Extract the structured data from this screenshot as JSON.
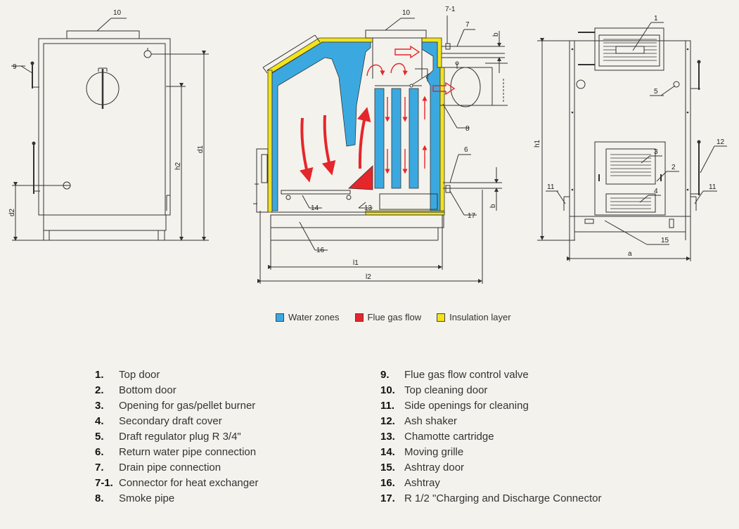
{
  "colors": {
    "water": "#3ba9e0",
    "flue": "#e5262b",
    "insulation": "#f2e31c",
    "line": "#333333",
    "background": "#f4f2ec"
  },
  "diagram": {
    "front_view": {
      "callouts": {
        "c10": "10",
        "c9": "9"
      },
      "dimensions": {
        "d1": "d1",
        "h2": "h2",
        "d2": "d2"
      }
    },
    "section_view": {
      "callouts": {
        "c10": "10",
        "c7_1": "7-1",
        "c7": "7",
        "c8": "8",
        "c6": "6",
        "c17": "17",
        "c13": "13",
        "c14": "14",
        "c16": "16"
      },
      "dimensions": {
        "b_top": "b",
        "b_bottom": "b",
        "l1": "l1",
        "l2": "l2"
      }
    },
    "rear_view": {
      "callouts": {
        "c1": "1",
        "c5": "5",
        "c3": "3",
        "c2": "2",
        "c4": "4",
        "c12": "12",
        "c11_left": "11",
        "c11_right": "11",
        "c15": "15"
      },
      "dimensions": {
        "h1": "h1",
        "a": "a"
      }
    }
  },
  "legend": {
    "water": "Water zones",
    "flue": "Flue gas flow",
    "insulation": "Insulation layer"
  },
  "parts_left": [
    {
      "num": "1.",
      "label": "Top door"
    },
    {
      "num": "2.",
      "label": "Bottom door"
    },
    {
      "num": "3.",
      "label": "Opening for gas/pellet burner"
    },
    {
      "num": "4.",
      "label": "Secondary draft cover"
    },
    {
      "num": "5.",
      "label": "Draft regulator plug R 3/4\""
    },
    {
      "num": "6.",
      "label": "Return water pipe connection"
    },
    {
      "num": "7.",
      "label": "Drain pipe connection"
    },
    {
      "num": "7-1.",
      "label": "Connector for heat exchanger"
    },
    {
      "num": "8.",
      "label": "Smoke pipe"
    }
  ],
  "parts_right": [
    {
      "num": "9.",
      "label": "Flue gas flow control valve"
    },
    {
      "num": "10.",
      "label": "Top cleaning door"
    },
    {
      "num": "11.",
      "label": "Side openings for cleaning"
    },
    {
      "num": "12.",
      "label": "Ash shaker"
    },
    {
      "num": "13.",
      "label": "Chamotte cartridge"
    },
    {
      "num": "14.",
      "label": "Moving grille"
    },
    {
      "num": "15.",
      "label": "Ashtray door"
    },
    {
      "num": "16.",
      "label": "Ashtray"
    },
    {
      "num": "17.",
      "label": "R 1/2 \"Charging and Discharge Connector"
    }
  ]
}
